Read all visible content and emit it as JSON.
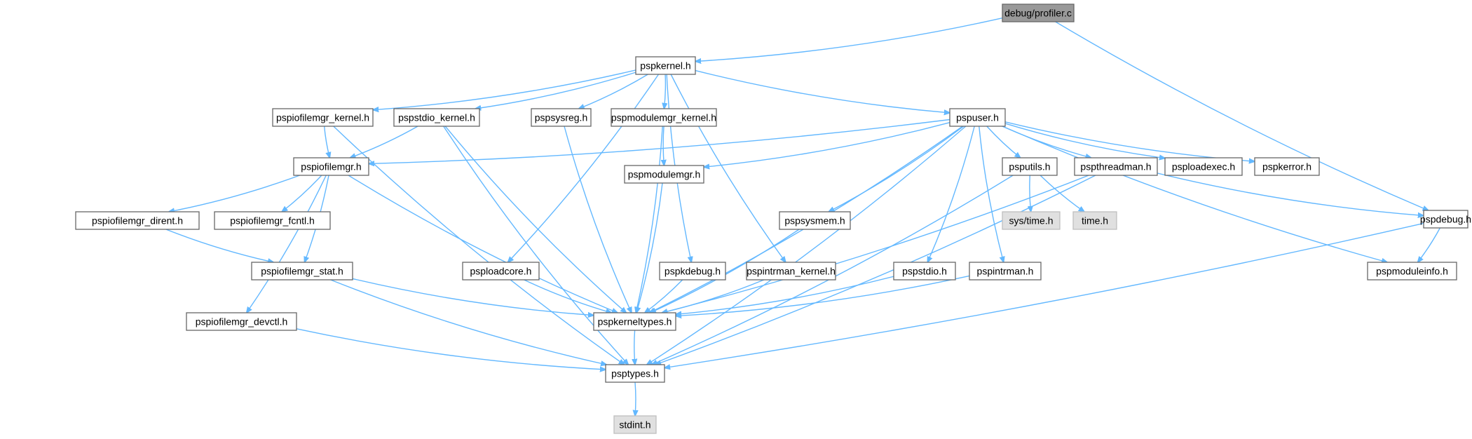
{
  "graph": {
    "nodes": [
      {
        "id": "profiler",
        "label": "debug/profiler.c",
        "kind": "root"
      },
      {
        "id": "pspkernel",
        "label": "pspkernel.h",
        "kind": "header"
      },
      {
        "id": "pspdebug",
        "label": "pspdebug.h",
        "kind": "header"
      },
      {
        "id": "pspiofilemgr_kernel",
        "label": "pspiofilemgr_kernel.h",
        "kind": "header"
      },
      {
        "id": "pspstdio_kernel",
        "label": "pspstdio_kernel.h",
        "kind": "header"
      },
      {
        "id": "pspsysreg",
        "label": "pspsysreg.h",
        "kind": "header"
      },
      {
        "id": "pspmodulemgr_kernel",
        "label": "pspmodulemgr_kernel.h",
        "kind": "header"
      },
      {
        "id": "pspuser",
        "label": "pspuser.h",
        "kind": "header"
      },
      {
        "id": "pspiofilemgr",
        "label": "pspiofilemgr.h",
        "kind": "header"
      },
      {
        "id": "pspmodulemgr",
        "label": "pspmodulemgr.h",
        "kind": "header"
      },
      {
        "id": "psputils",
        "label": "psputils.h",
        "kind": "header"
      },
      {
        "id": "pspthreadman",
        "label": "pspthreadman.h",
        "kind": "header"
      },
      {
        "id": "psploadexec",
        "label": "psploadexec.h",
        "kind": "header"
      },
      {
        "id": "pspkerror",
        "label": "pspkerror.h",
        "kind": "header"
      },
      {
        "id": "pspiofilemgr_dirent",
        "label": "pspiofilemgr_dirent.h",
        "kind": "header"
      },
      {
        "id": "pspiofilemgr_fcntl",
        "label": "pspiofilemgr_fcntl.h",
        "kind": "header"
      },
      {
        "id": "pspsysmem",
        "label": "pspsysmem.h",
        "kind": "header"
      },
      {
        "id": "systime",
        "label": "sys/time.h",
        "kind": "system"
      },
      {
        "id": "time",
        "label": "time.h",
        "kind": "system"
      },
      {
        "id": "psploadcore",
        "label": "psploadcore.h",
        "kind": "header"
      },
      {
        "id": "pspkdebug",
        "label": "pspkdebug.h",
        "kind": "header"
      },
      {
        "id": "pspintrman_kernel",
        "label": "pspintrman_kernel.h",
        "kind": "header"
      },
      {
        "id": "pspstdio",
        "label": "pspstdio.h",
        "kind": "header"
      },
      {
        "id": "pspintrman",
        "label": "pspintrman.h",
        "kind": "header"
      },
      {
        "id": "pspmoduleinfo",
        "label": "pspmoduleinfo.h",
        "kind": "header"
      },
      {
        "id": "pspiofilemgr_stat",
        "label": "pspiofilemgr_stat.h",
        "kind": "header"
      },
      {
        "id": "pspiofilemgr_devctl",
        "label": "pspiofilemgr_devctl.h",
        "kind": "header"
      },
      {
        "id": "pspkerneltypes",
        "label": "pspkerneltypes.h",
        "kind": "header"
      },
      {
        "id": "psptypes",
        "label": "psptypes.h",
        "kind": "header"
      },
      {
        "id": "stdint",
        "label": "stdint.h",
        "kind": "system"
      }
    ],
    "edges": [
      [
        "profiler",
        "pspkernel"
      ],
      [
        "profiler",
        "pspdebug"
      ],
      [
        "pspkernel",
        "pspiofilemgr_kernel"
      ],
      [
        "pspkernel",
        "pspstdio_kernel"
      ],
      [
        "pspkernel",
        "pspsysreg"
      ],
      [
        "pspkernel",
        "pspmodulemgr_kernel"
      ],
      [
        "pspkernel",
        "pspuser"
      ],
      [
        "pspkernel",
        "psploadcore"
      ],
      [
        "pspkernel",
        "pspkdebug"
      ],
      [
        "pspkernel",
        "pspintrman_kernel"
      ],
      [
        "pspiofilemgr_kernel",
        "pspiofilemgr"
      ],
      [
        "pspiofilemgr_kernel",
        "psptypes"
      ],
      [
        "pspstdio_kernel",
        "pspiofilemgr"
      ],
      [
        "pspstdio_kernel",
        "pspkerneltypes"
      ],
      [
        "pspstdio_kernel",
        "psptypes"
      ],
      [
        "pspsysreg",
        "pspkerneltypes"
      ],
      [
        "pspmodulemgr_kernel",
        "pspmodulemgr"
      ],
      [
        "pspmodulemgr_kernel",
        "pspkerneltypes"
      ],
      [
        "pspmodulemgr",
        "pspkerneltypes"
      ],
      [
        "pspuser",
        "pspiofilemgr"
      ],
      [
        "pspuser",
        "pspmodulemgr"
      ],
      [
        "pspuser",
        "pspsysmem"
      ],
      [
        "pspuser",
        "pspstdio"
      ],
      [
        "pspuser",
        "pspintrman"
      ],
      [
        "pspuser",
        "pspkerneltypes"
      ],
      [
        "pspuser",
        "psputils"
      ],
      [
        "pspuser",
        "pspthreadman"
      ],
      [
        "pspuser",
        "psploadexec"
      ],
      [
        "pspuser",
        "pspkerror"
      ],
      [
        "pspuser",
        "pspmoduleinfo"
      ],
      [
        "pspuser",
        "psptypes"
      ],
      [
        "pspiofilemgr",
        "pspiofilemgr_dirent"
      ],
      [
        "pspiofilemgr",
        "pspiofilemgr_fcntl"
      ],
      [
        "pspiofilemgr",
        "pspiofilemgr_stat"
      ],
      [
        "pspiofilemgr",
        "pspiofilemgr_devctl"
      ],
      [
        "pspiofilemgr",
        "pspkerneltypes"
      ],
      [
        "pspiofilemgr_dirent",
        "pspiofilemgr_stat"
      ],
      [
        "pspiofilemgr_stat",
        "pspkerneltypes"
      ],
      [
        "pspiofilemgr_stat",
        "psptypes"
      ],
      [
        "pspiofilemgr_devctl",
        "psptypes"
      ],
      [
        "psputils",
        "systime"
      ],
      [
        "psputils",
        "time"
      ],
      [
        "psputils",
        "psptypes"
      ],
      [
        "pspthreadman",
        "pspkerneltypes"
      ],
      [
        "pspthreadman",
        "psptypes"
      ],
      [
        "pspthreadman",
        "pspdebug"
      ],
      [
        "pspdebug",
        "pspmoduleinfo"
      ],
      [
        "pspdebug",
        "psptypes"
      ],
      [
        "pspsysmem",
        "pspkerneltypes"
      ],
      [
        "psploadcore",
        "pspkerneltypes"
      ],
      [
        "pspkdebug",
        "pspkerneltypes"
      ],
      [
        "pspintrman_kernel",
        "pspkerneltypes"
      ],
      [
        "pspstdio",
        "pspkerneltypes"
      ],
      [
        "pspintrman",
        "pspkerneltypes"
      ],
      [
        "pspkerneltypes",
        "psptypes"
      ],
      [
        "psptypes",
        "stdint"
      ]
    ],
    "colors": {
      "edge": "#63b8ff",
      "node_border": "#666666",
      "root_fill": "#999999",
      "system_fill": "#e0e0e0",
      "system_border": "#bfbfbf",
      "node_fill": "#ffffff"
    }
  }
}
